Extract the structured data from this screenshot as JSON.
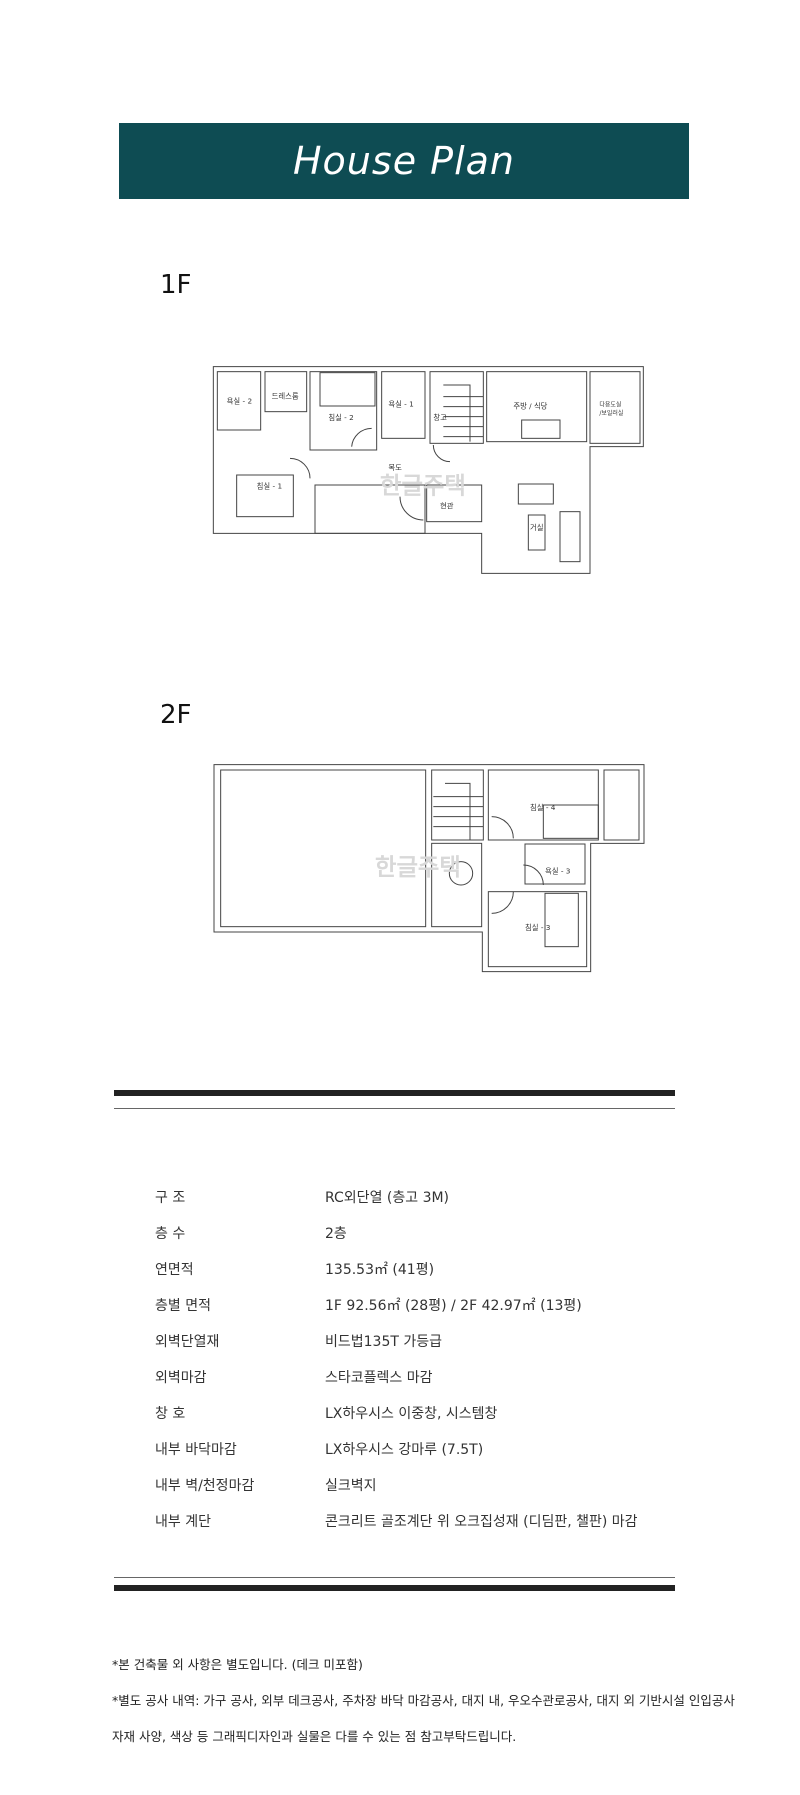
{
  "header": {
    "title": "House Plan",
    "background": "#0e4c53"
  },
  "floors": [
    {
      "label": "1F",
      "rooms": [
        "욕실 - 2",
        "드레스룸",
        "침실 - 2",
        "욕실 - 1",
        "창고",
        "주방 / 식당",
        "다용도실",
        "/보일러실",
        "복도",
        "침실 - 1",
        "현관",
        "거실"
      ],
      "watermark": "한글주택"
    },
    {
      "label": "2F",
      "rooms": [
        "침실 - 4",
        "욕실 - 3",
        "침실 - 3"
      ],
      "watermark": "한글주택"
    }
  ],
  "specs": [
    {
      "label": "구 조",
      "value": "RC외단열 (층고 3M)"
    },
    {
      "label": "층 수",
      "value": "2층"
    },
    {
      "label": "연면적",
      "value": "135.53㎡ (41평)"
    },
    {
      "label": "층별 면적",
      "value": "1F 92.56㎡ (28평) / 2F 42.97㎡ (13평)"
    },
    {
      "label": "외벽단열재",
      "value": "비드법135T 가등급"
    },
    {
      "label": "외벽마감",
      "value": "스타코플렉스 마감"
    },
    {
      "label": "창 호",
      "value": "LX하우시스 이중창, 시스템창"
    },
    {
      "label": "내부 바닥마감",
      "value": "LX하우시스 강마루 (7.5T)"
    },
    {
      "label": "내부 벽/천정마감",
      "value": "실크벽지"
    },
    {
      "label": "내부 계단",
      "value": "콘크리트 골조계단 위 오크집성재 (디딤판, 챌판) 마감"
    }
  ],
  "notes": [
    "*본 건축물 외 사항은 별도입니다. (데크 미포함)",
    "*별도 공사 내역: 가구 공사, 외부 데크공사, 주차장 바닥 마감공사, 대지 내, 우오수관로공사, 대지 외 기반시설 인입공사",
    "자재 사양, 색상 등 그래픽디자인과 실물은 다를 수 있는 점 참고부탁드립니다."
  ]
}
